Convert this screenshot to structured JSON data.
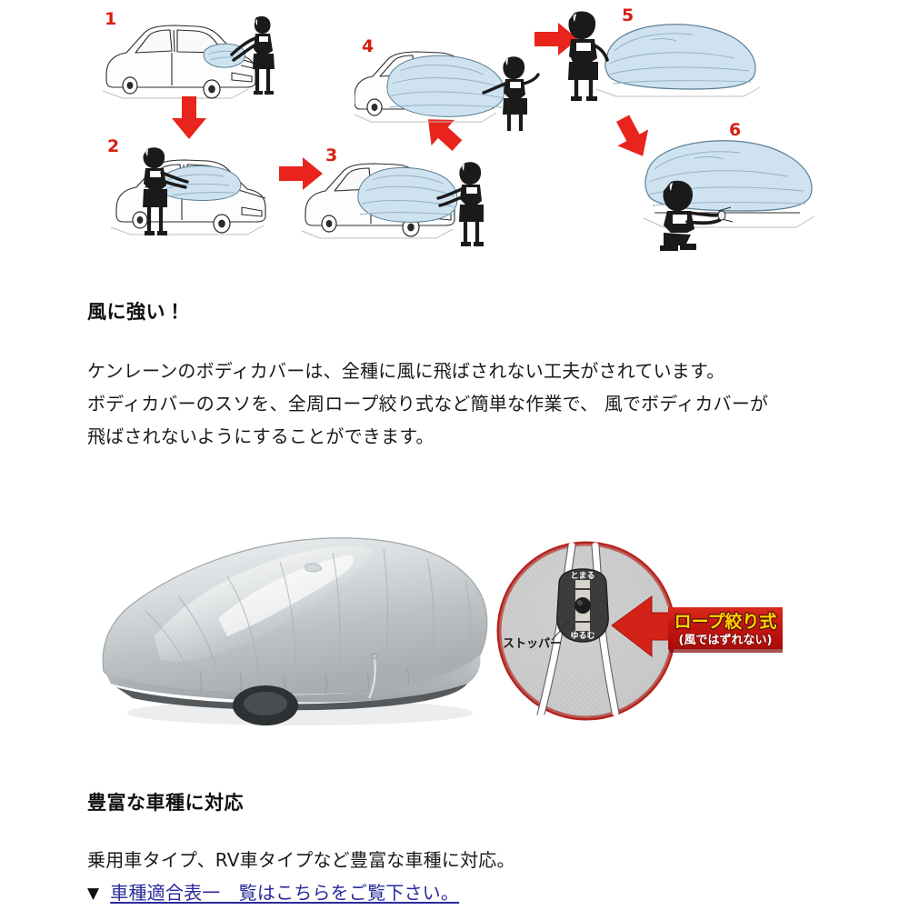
{
  "page": {
    "background_color": "#ffffff",
    "accent_red": "#d81f10",
    "banner_red": "#cc1111",
    "link_color": "#2a2a9c",
    "cover_blue": "#cfe2ef",
    "cover_silver": "#c9ccce"
  },
  "instruction_diagram": {
    "name": "body-cover-installation-steps",
    "steps": [
      {
        "number": "1",
        "caption_number": "1",
        "description": "folded-cover-placed-on-hood"
      },
      {
        "number": "2",
        "caption_number": "2",
        "description": "cover-unfolded-over-roof"
      },
      {
        "number": "3",
        "caption_number": "3",
        "description": "cover-pulled-toward-rear"
      },
      {
        "number": "4",
        "caption_number": "4",
        "description": "cover-draped-over-front"
      },
      {
        "number": "5",
        "caption_number": "5",
        "description": "cover-fully-covering-car"
      },
      {
        "number": "6",
        "caption_number": "6",
        "description": "tightening-rope-at-skirt"
      }
    ],
    "arrows": [
      {
        "name": "arrow-step1-to-step2",
        "direction": "down"
      },
      {
        "name": "arrow-step2-to-step3",
        "direction": "right"
      },
      {
        "name": "arrow-step3-to-step4",
        "direction": "up-right"
      },
      {
        "name": "arrow-step4-to-step5",
        "direction": "right"
      },
      {
        "name": "arrow-step5-to-step6",
        "direction": "down-left"
      }
    ]
  },
  "section_wind": {
    "heading": "風に強い！",
    "paragraph_lines": [
      "ケンレーンのボディカバーは、全種に風に飛ばされない工夫がされています。",
      "ボディカバーのスソを、全周ロープ絞り式など簡単な作業で、 風でボディカバーが",
      "飛ばされないようにすることができます。"
    ]
  },
  "photo_section": {
    "product_photo_alt": "silver-body-cover-on-sedan",
    "detail_circle": {
      "stopper_label": "ストッパー",
      "stopper_top_text": "とまる",
      "stopper_bottom_text": "ゆるむ",
      "banner_title": "ロープ絞り式",
      "banner_subtitle": "(風ではずれない)"
    }
  },
  "section_vehicles": {
    "heading": "豊富な車種に対応",
    "paragraph_lines": [
      "乗用車タイプ、RV車タイプなど豊富な車種に対応。"
    ],
    "link_bullet": "▼",
    "link_text": "車種適合表一　覧はこちらをご覧下さい。"
  }
}
